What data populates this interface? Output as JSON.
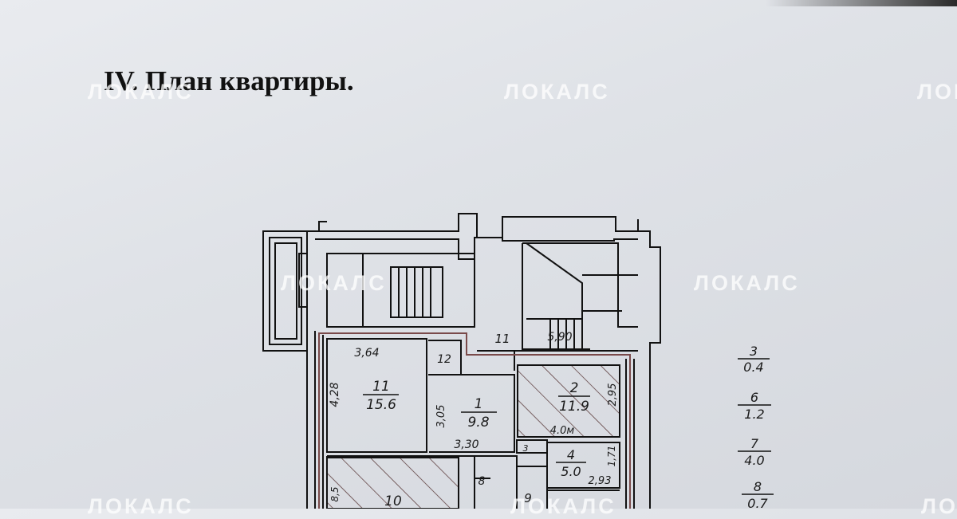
{
  "document": {
    "title": "IV. План квартиры.",
    "watermark": "ЛОКАЛС"
  },
  "plan": {
    "rooms": [
      {
        "number": "11",
        "area": "15.6"
      },
      {
        "number": "1",
        "area": "9.8"
      },
      {
        "number": "2",
        "area": "11.9"
      },
      {
        "number": "4",
        "area": "5.0"
      },
      {
        "number": "10",
        "area": ""
      }
    ],
    "dimensions": {
      "room11_width": "3,64",
      "room11_height": "4,28",
      "room1_width": "3,30",
      "room1_height": "3,05",
      "room2_width": "4.0м",
      "room2_height": "2,95",
      "room4_width": "2,93",
      "room4_height": "1,71",
      "stair_width": "5,90",
      "room10_height": "8,5"
    },
    "small_labels": {
      "room12": "12",
      "corridor11": "11",
      "room3": "3",
      "room8": "8",
      "room9": "9"
    }
  },
  "legend": [
    {
      "number": "3",
      "area": "0.4"
    },
    {
      "number": "6",
      "area": "1.2"
    },
    {
      "number": "7",
      "area": "4.0"
    },
    {
      "number": "8",
      "area": "0.7"
    }
  ]
}
